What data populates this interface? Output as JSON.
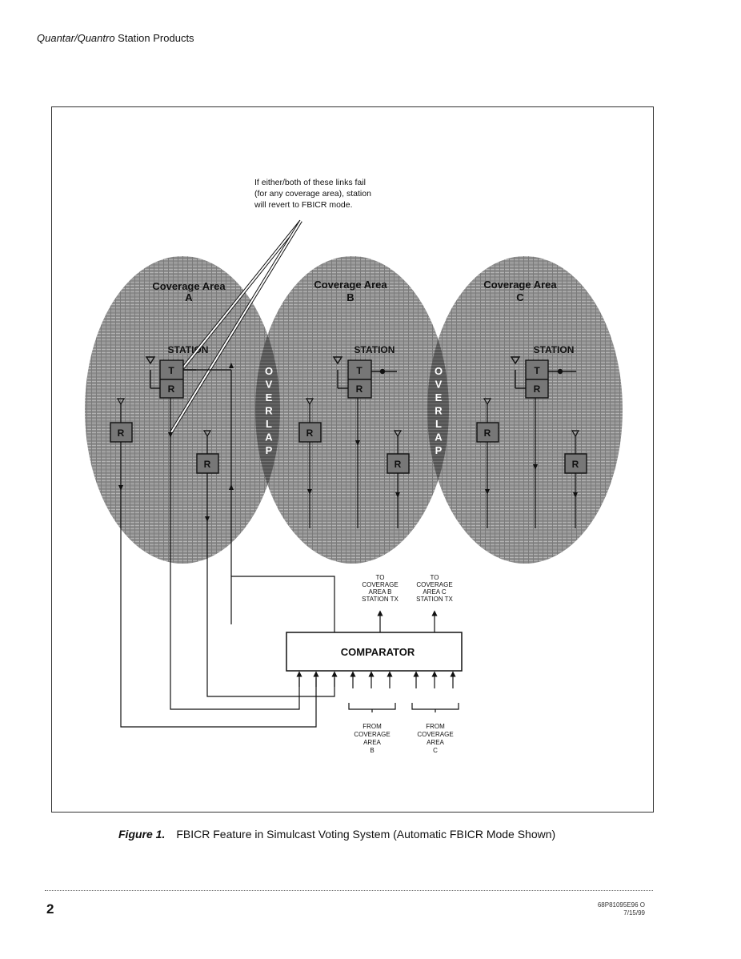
{
  "header": {
    "brand": "Quantar/Quantro",
    "section": " Station Products"
  },
  "diagram": {
    "note_lines": [
      "If either/both of these links fail",
      "(for any coverage area), station",
      "will revert to FBICR mode."
    ],
    "areas": [
      {
        "title": "Coverage Area",
        "letter": "A",
        "station": "STATION"
      },
      {
        "title": "Coverage Area",
        "letter": "B",
        "station": "STATION"
      },
      {
        "title": "Coverage Area",
        "letter": "C",
        "station": "STATION"
      }
    ],
    "overlap_letters": [
      "O",
      "V",
      "E",
      "R",
      "L",
      "A",
      "P"
    ],
    "tx_label": "T",
    "rx_label": "R",
    "comparator_label": "COMPARATOR",
    "to_labels": [
      [
        "TO",
        "COVERAGE",
        "AREA B",
        "STATION TX"
      ],
      [
        "TO",
        "COVERAGE",
        "AREA C",
        "STATION TX"
      ]
    ],
    "from_labels": [
      [
        "FROM",
        "COVERAGE",
        "AREA",
        "B"
      ],
      [
        "FROM",
        "COVERAGE",
        "AREA",
        "C"
      ]
    ]
  },
  "caption": {
    "figure": "Figure 1.",
    "text": "FBICR Feature in Simulcast Voting System (Automatic FBICR Mode Shown)"
  },
  "footer": {
    "page_number": "2",
    "doc_number": "68P81095E96  O",
    "doc_date": "7/15/99"
  },
  "colors": {
    "area_fill": "#8a8a8a",
    "overlap_fill": "#4e4e4e",
    "line": "#111111"
  }
}
